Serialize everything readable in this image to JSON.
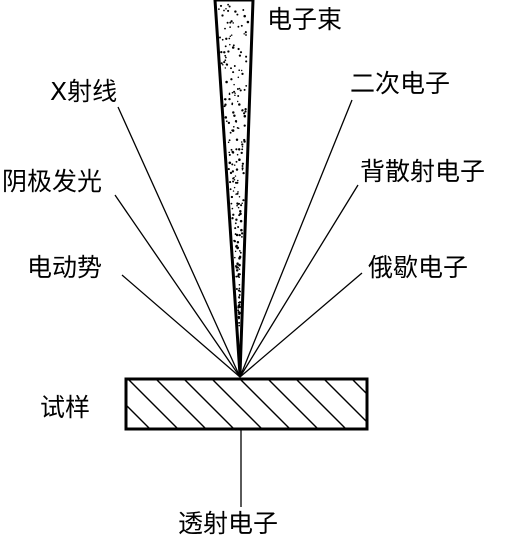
{
  "labels": {
    "electron_beam": "电子束",
    "x_ray": "X射线",
    "secondary_electrons": "二次电子",
    "cathodoluminescence": "阴极发光",
    "backscattered_electrons": "背散射电子",
    "emf": "电动势",
    "auger_electrons": "俄歇电子",
    "specimen": "试样",
    "transmitted_electrons": "透射电子"
  },
  "colors": {
    "ink": "#000000",
    "background": "#ffffff"
  }
}
